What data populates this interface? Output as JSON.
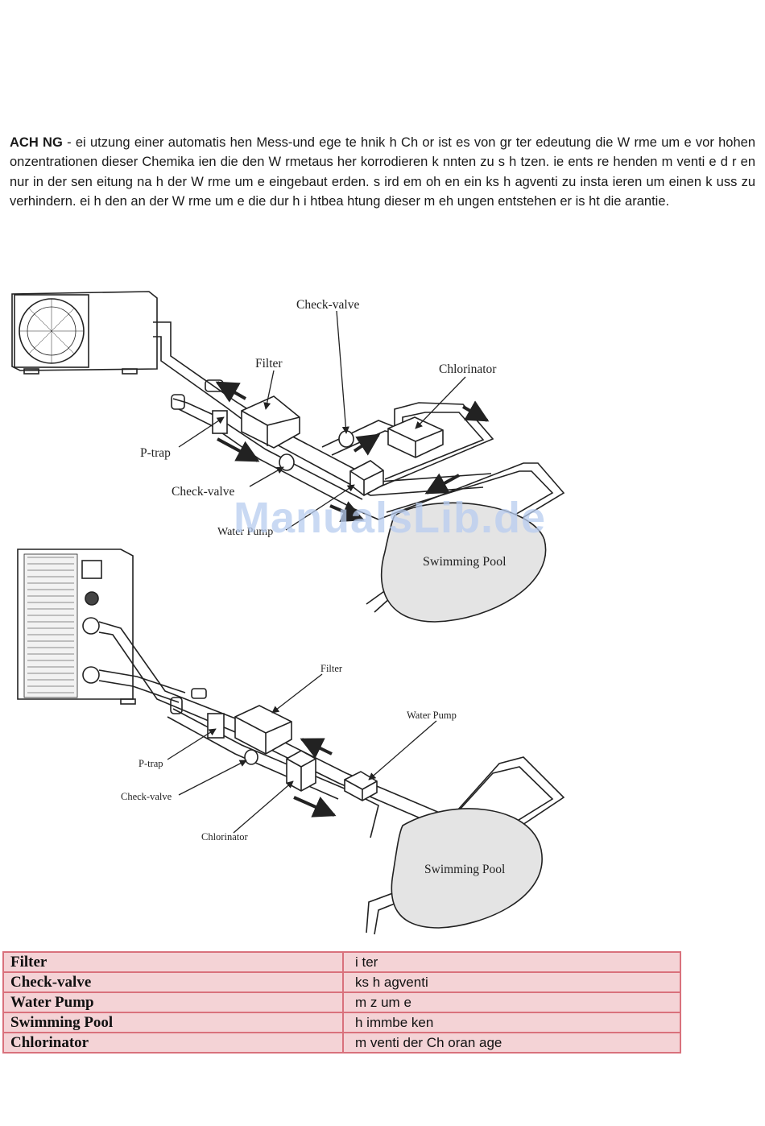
{
  "notice": {
    "lead": "ACH NG",
    "body": " - ei utzung einer automatis hen Mess-und ege te hnik h Ch or ist es von gr ter edeutung die W rme um e vor hohen onzentrationen dieser Chemika ien die den W rmetaus her korrodieren k nnten zu s h tzen. ie ents re henden m venti e d r en nur in der sen eitung na h der W rme um e eingebaut erden. s ird em oh en ein ks h agventi zu insta ieren um einen k uss zu verhindern. ei h den an der W rme um e die dur h i htbea htung dieser m eh ungen entstehen er is ht die arantie."
  },
  "diagram1": {
    "check_valve_top": "Check-valve",
    "filter": "Filter",
    "chlorinator": "Chlorinator",
    "ptrap": "P-trap",
    "check_valve_bottom": "Check-valve",
    "water_pump": "Water Pump",
    "pool": "Swimming Pool"
  },
  "diagram2": {
    "filter": "Filter",
    "water_pump": "Water Pump",
    "ptrap": "P-trap",
    "check_valve": "Check-valve",
    "chlorinator": "Chlorinator",
    "pool": "Swimming Pool"
  },
  "watermark": "ManualsLib.de",
  "legend": [
    {
      "term": "Filter",
      "translation": "i ter"
    },
    {
      "term": "Check-valve",
      "translation": "ks h agventi"
    },
    {
      "term": "Water Pump",
      "translation": "m z um e"
    },
    {
      "term": "Swimming Pool",
      "translation": "h immbe ken"
    },
    {
      "term": "Chlorinator",
      "translation": "m venti der Ch oran age"
    }
  ],
  "colors": {
    "table_fill": "#f4d3d6",
    "table_border": "#d9717c",
    "pool_fill": "#e4e4e4",
    "watermark": "#b8cdf0"
  }
}
